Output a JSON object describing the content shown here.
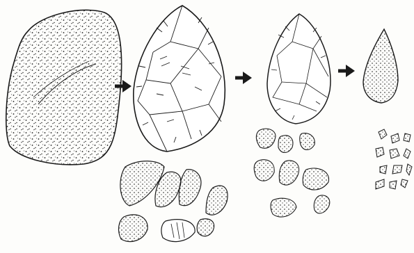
{
  "figure": {
    "stages": [
      {
        "id": "cobble",
        "kind": "raw stone nodule"
      },
      {
        "id": "rough-biface",
        "kind": "roughed-out biface"
      },
      {
        "id": "thinned-biface",
        "kind": "thinned biface"
      },
      {
        "id": "finished-point",
        "kind": "finished point"
      }
    ],
    "arrows": 3,
    "ink": "#1a1a1a",
    "paper": "#fdfdfb"
  }
}
